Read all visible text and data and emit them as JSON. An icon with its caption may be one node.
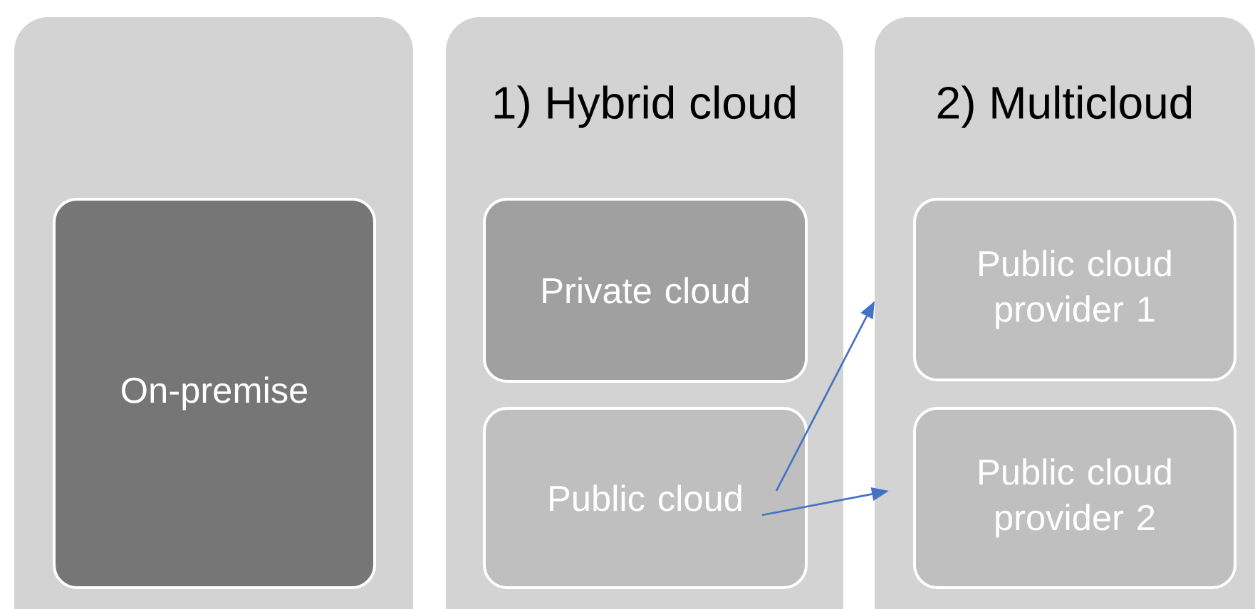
{
  "diagram": {
    "nodes": [
      {
        "text": [],
        "shape": "box"
      },
      {
        "text": [
          "On-premise"
        ],
        "in": 0
      },
      {
        "text": [
          "1) Hybrid cloud"
        ]
      },
      {
        "text": [
          "Private cloud"
        ],
        "in": 2
      },
      {
        "text": [
          "Public cloud"
        ],
        "in": 2
      },
      {
        "text": [
          "2) Multicloud"
        ]
      },
      {
        "text": [
          "Public cloud provider 1"
        ],
        "in": 5
      },
      {
        "text": [
          "Public cloud provider 2"
        ],
        "in": 5
      }
    ],
    "edges": [
      {
        "from": 4,
        "to": 6,
        "arrow": "to",
        "color": "#4472c4"
      },
      {
        "from": 4,
        "to": 7,
        "arrow": "to",
        "color": "#4472c4"
      }
    ]
  }
}
